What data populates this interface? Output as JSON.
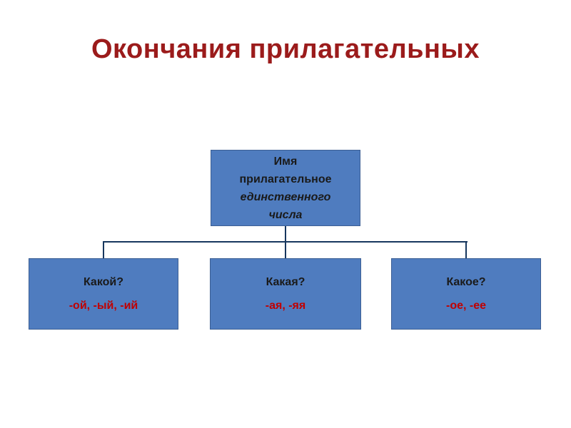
{
  "slide": {
    "title": "Окончания прилагательных",
    "colors": {
      "title_text": "#9b1b1b",
      "box_fill": "#4f7cbf",
      "box_border": "#3c5f94",
      "connector": "#17375e",
      "box_text": "#1a1a1a",
      "endings_text": "#c00000",
      "background": "#ffffff"
    },
    "root_box": {
      "lines": {
        "0": "Имя",
        "1": "прилагательное",
        "2": "единственного",
        "3": "числа"
      }
    },
    "children": [
      {
        "question": "Какой?",
        "endings": "-ой, -ый, -ий"
      },
      {
        "question": "Какая?",
        "endings": "-ая, -яя"
      },
      {
        "question": "Какое?",
        "endings": "-ое, -ее"
      }
    ]
  }
}
